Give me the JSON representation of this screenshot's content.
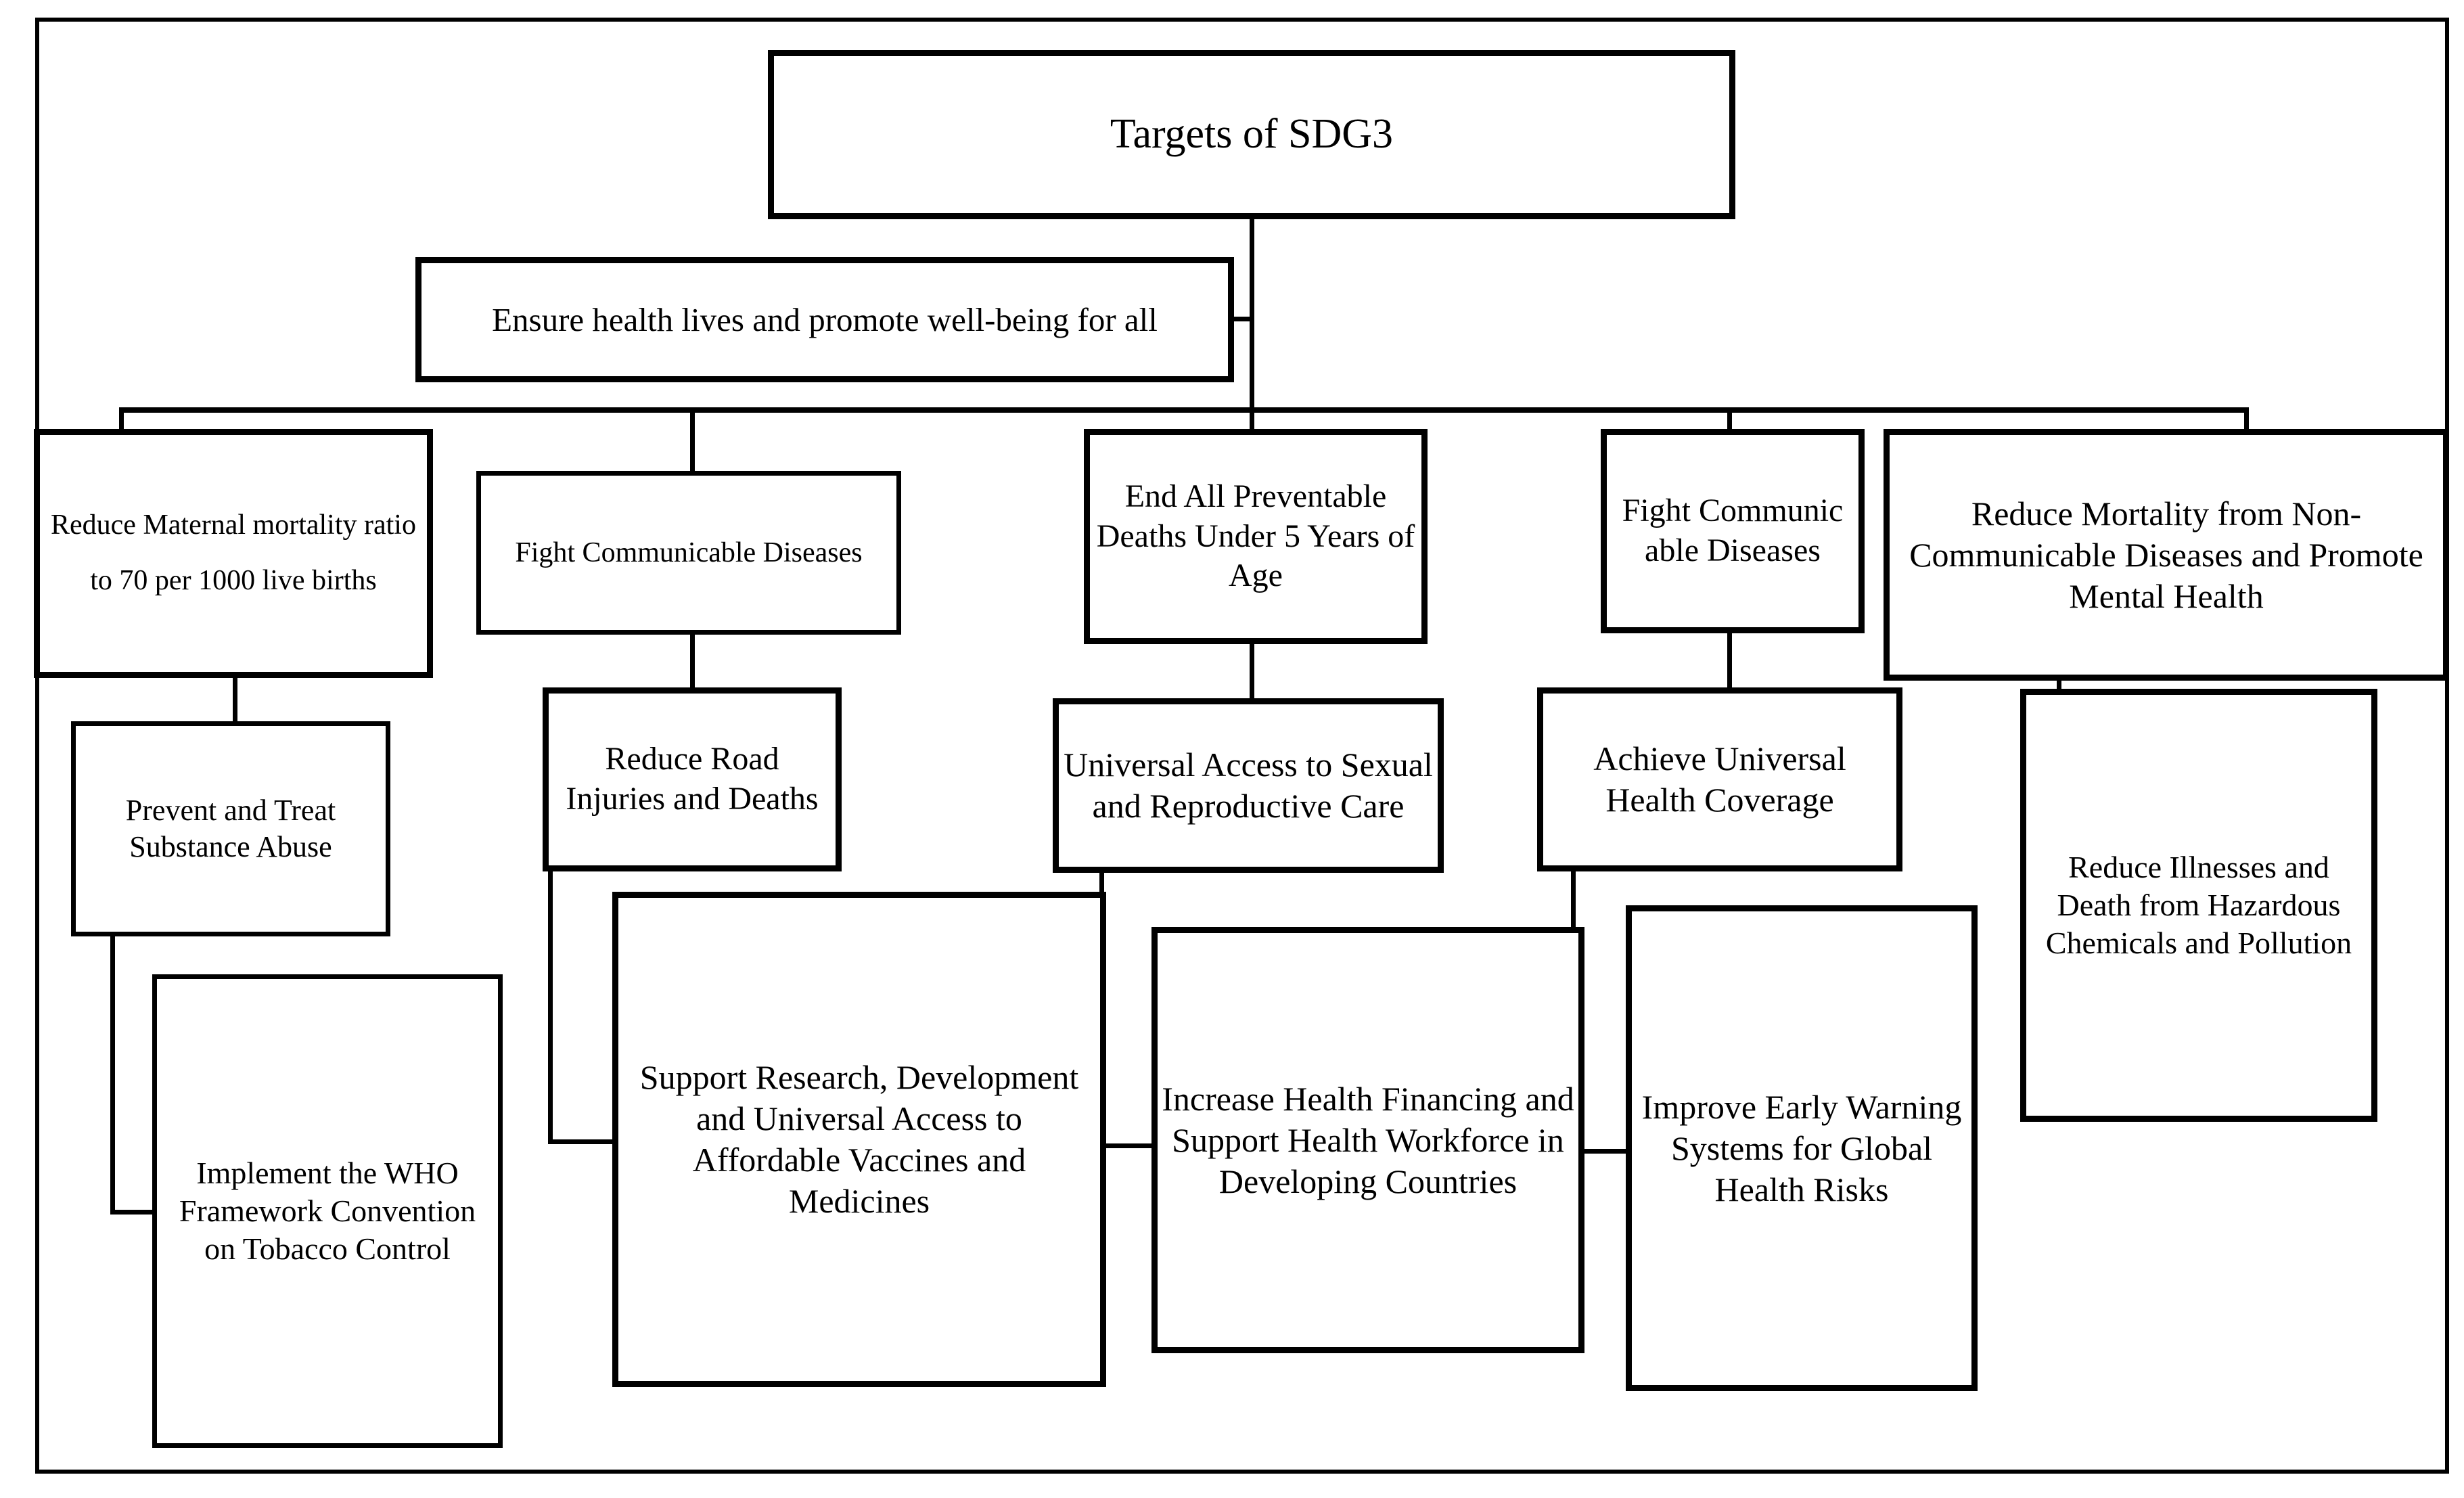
{
  "diagram": {
    "title": "Targets of SDG3",
    "type": "hierarchy-tree",
    "outer_frame": "outer-border",
    "nodes": {
      "root": "Targets of SDG3",
      "subtitle": "Ensure health lives and promote well-being for all",
      "branch_1": "Reduce Maternal mortality ratio to 70 per 1000 live births",
      "branch_1_child": "Prevent and Treat Substance Abuse",
      "branch_1_grandchild": "Implement the WHO Framework Convention on Tobacco Control",
      "branch_2": "Fight Communicable Diseases",
      "branch_2_child": "Reduce Road Injuries and Deaths",
      "branch_2_grandchild": "Support Research, Development and Universal Access to Affordable Vaccines and Medicines",
      "branch_3": "End All Preventable Deaths Under 5 Years of Age",
      "branch_3_child": "Universal Access to Sexual and Reproductive Care",
      "branch_3_grandchild": "Increase Health Financing and Support Health Workforce in Developing Countries",
      "branch_4": "Fight Communic able Diseases",
      "branch_4_child": "Achieve Universal Health Coverage",
      "branch_4_grandchild": "Improve Early Warning Systems for Global Health Risks",
      "branch_5": "Reduce Mortality from Non-Communicable Diseases and Promote Mental Health",
      "branch_5_child": "Reduce Illnesses and Death from Hazardous Chemicals and Pollution"
    },
    "colors": {
      "stroke": "#000000",
      "fill": "#ffffff",
      "text": "#000000"
    }
  }
}
